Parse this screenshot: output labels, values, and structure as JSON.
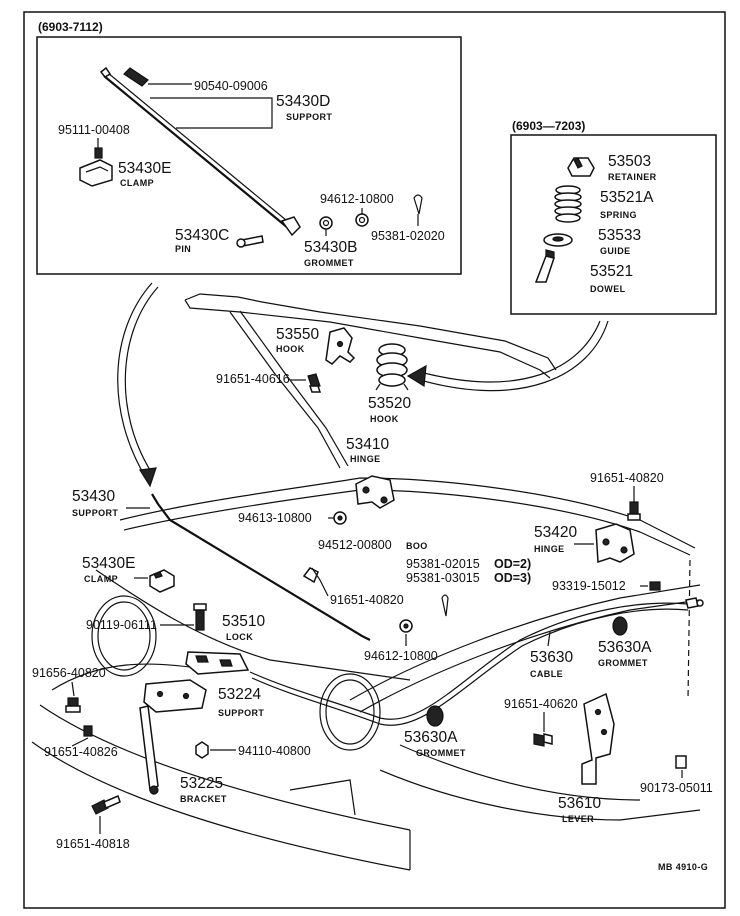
{
  "inset_left": {
    "header": "(6903-7112)",
    "parts": {
      "p90540": "90540-09006",
      "p53430D": "53430D",
      "p53430D_lbl": "SUPPORT",
      "p95111": "95111-00408",
      "p53430E": "53430E",
      "p53430E_lbl": "CLAMP",
      "p94612": "94612-10800",
      "p53430C": "53430C",
      "p53430C_lbl": "PIN",
      "p53430B": "53430B",
      "p53430B_lbl": "GROMMET",
      "p95381": "95381-02020"
    }
  },
  "inset_right": {
    "header": "(6903—7203)",
    "parts": {
      "p53503": "53503",
      "p53503_lbl": "RETAINER",
      "p53521A": "53521A",
      "p53521A_lbl": "SPRING",
      "p53533": "53533",
      "p53533_lbl": "GUIDE",
      "p53521": "53521",
      "p53521_lbl": "DOWEL"
    }
  },
  "main": {
    "p53550": "53550",
    "p53550_lbl": "HOOK",
    "p91651_40616": "91651-40616",
    "p53520": "53520",
    "p53520_lbl": "HOOK",
    "p53410": "53410",
    "p53410_lbl": "HINGE",
    "p91651_40820a": "91651-40820",
    "p53430": "53430",
    "p53430_lbl": "SUPPORT",
    "p94613": "94613-10800",
    "p53420": "53420",
    "p53420_lbl": "HINGE",
    "p94512": "94512-00800",
    "p_boo": "BOO",
    "p95381_02015": "95381-02015",
    "p95381_03015": "95381-03015",
    "p_od2": "OD=2)",
    "p_od3": "OD=3)",
    "p53430E": "53430E",
    "p53430E_lbl": "CLAMP",
    "p93319": "93319-15012",
    "p91651_40820b": "91651-40820",
    "p53510": "53510",
    "p53510_lbl": "LOCK",
    "p90119": "90119-06111",
    "p53630A": "53630A",
    "p53630A_lbl": "GROMMET",
    "p94612": "94612-10800",
    "p53630": "53630",
    "p53630_lbl": "CABLE",
    "p91656": "91656-40820",
    "p53224": "53224",
    "p53224_lbl": "SUPPORT",
    "p91651_40620": "91651-40620",
    "p53630A2": "53630A",
    "p53630A2_lbl": "GROMMET",
    "p91651_40826": "91651-40826",
    "p94110": "94110-40800",
    "p53225": "53225",
    "p53225_lbl": "BRACKET",
    "p53610": "53610",
    "p53610_lbl": "LEVER",
    "p90173": "90173-05011",
    "p91651_40818": "91651-40818",
    "code": "MB 4910-G"
  }
}
